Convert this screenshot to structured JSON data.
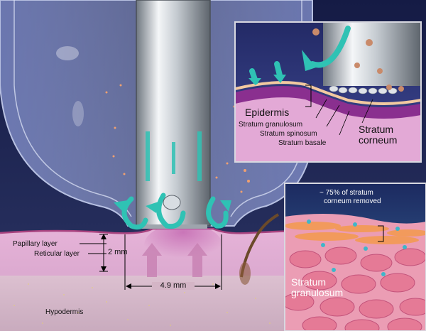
{
  "labels": {
    "papillary_layer": "Papillary layer",
    "reticular_layer": "Reticular layer",
    "dermis_depth": "2 mm",
    "width": "4.9 mm",
    "hypodermis": "Hypodermis",
    "epidermis": "Epidermis",
    "stratum_granulosum_small": "Stratum granulosum",
    "stratum_spinosum": "Stratum spinosum",
    "stratum_basale": "Stratum basale",
    "stratum_corneum_line1": "Stratum",
    "stratum_corneum_line2": "corneum",
    "removed_line1": "~ 75% of stratum",
    "removed_line2": "corneum removed",
    "stratum_granulosum_big_line1": "Stratum",
    "stratum_granulosum_big_line2": "granulosum"
  },
  "colors": {
    "background": "#1e2550",
    "skin": "#d9a7cf",
    "hypodermis": "#d5b9c8",
    "cup_glass": "#9aa6d8",
    "arrow": "#2fc2b4",
    "probe": "#d8dde2"
  }
}
